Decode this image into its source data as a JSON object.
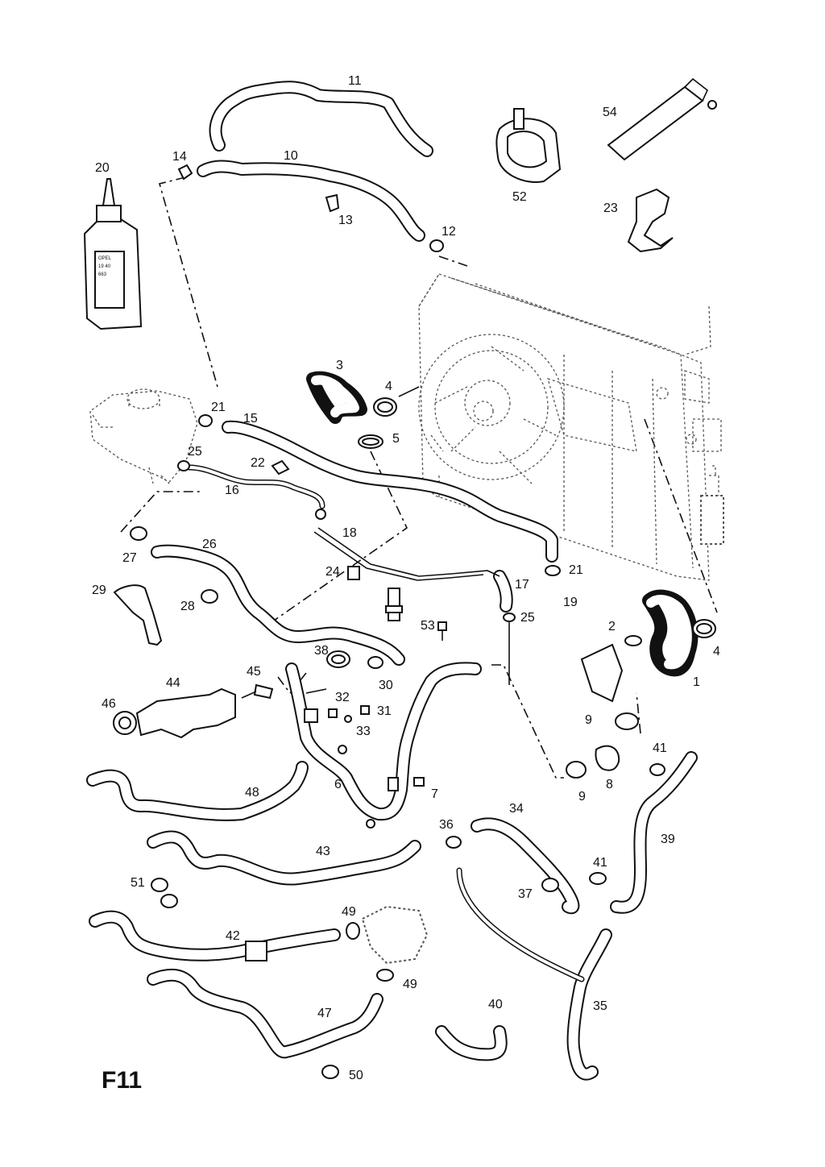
{
  "sheet_id": "F11",
  "callouts": [
    "1",
    "2",
    "3",
    "4",
    "4",
    "5",
    "6",
    "7",
    "8",
    "9",
    "9",
    "10",
    "11",
    "12",
    "13",
    "14",
    "15",
    "16",
    "17",
    "18",
    "19",
    "20",
    "21",
    "21",
    "22",
    "23",
    "24",
    "25",
    "25",
    "26",
    "27",
    "28",
    "29",
    "30",
    "31",
    "32",
    "33",
    "34",
    "35",
    "36",
    "37",
    "38",
    "39",
    "40",
    "41",
    "41",
    "42",
    "43",
    "44",
    "45",
    "46",
    "47",
    "48",
    "49",
    "49",
    "50",
    "51",
    "52",
    "53",
    "54"
  ],
  "bottle_label_text": [
    "OPEL",
    "19 40",
    "663"
  ]
}
